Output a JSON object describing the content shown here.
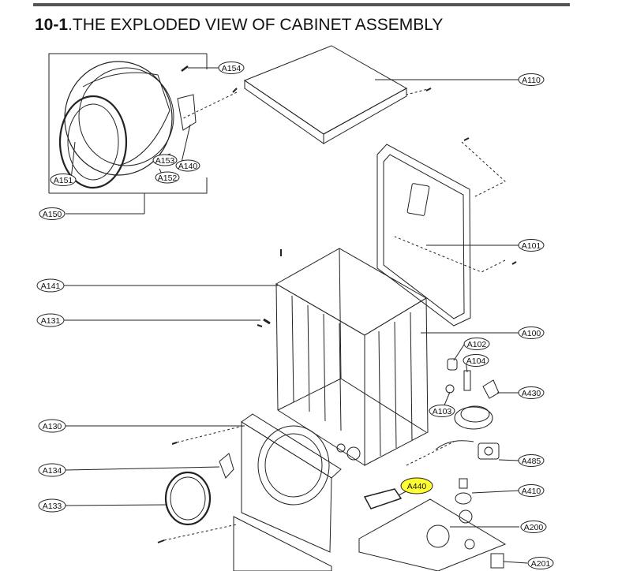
{
  "header": {
    "section_number": "10-1",
    "title": ".THE EXPLODED VIEW OF CABINET ASSEMBLY"
  },
  "callouts": [
    {
      "id": "A154"
    },
    {
      "id": "A110"
    },
    {
      "id": "A153"
    },
    {
      "id": "A140"
    },
    {
      "id": "A151"
    },
    {
      "id": "A152"
    },
    {
      "id": "A150"
    },
    {
      "id": "A101"
    },
    {
      "id": "A141"
    },
    {
      "id": "A131"
    },
    {
      "id": "A100"
    },
    {
      "id": "A102"
    },
    {
      "id": "A104"
    },
    {
      "id": "A430"
    },
    {
      "id": "A103"
    },
    {
      "id": "A130"
    },
    {
      "id": "A134"
    },
    {
      "id": "A133"
    },
    {
      "id": "A485"
    },
    {
      "id": "A440",
      "highlighted": true
    },
    {
      "id": "A410"
    },
    {
      "id": "A200"
    },
    {
      "id": "A201"
    }
  ],
  "colors": {
    "line": "#222222",
    "highlight": "#ffff33"
  }
}
